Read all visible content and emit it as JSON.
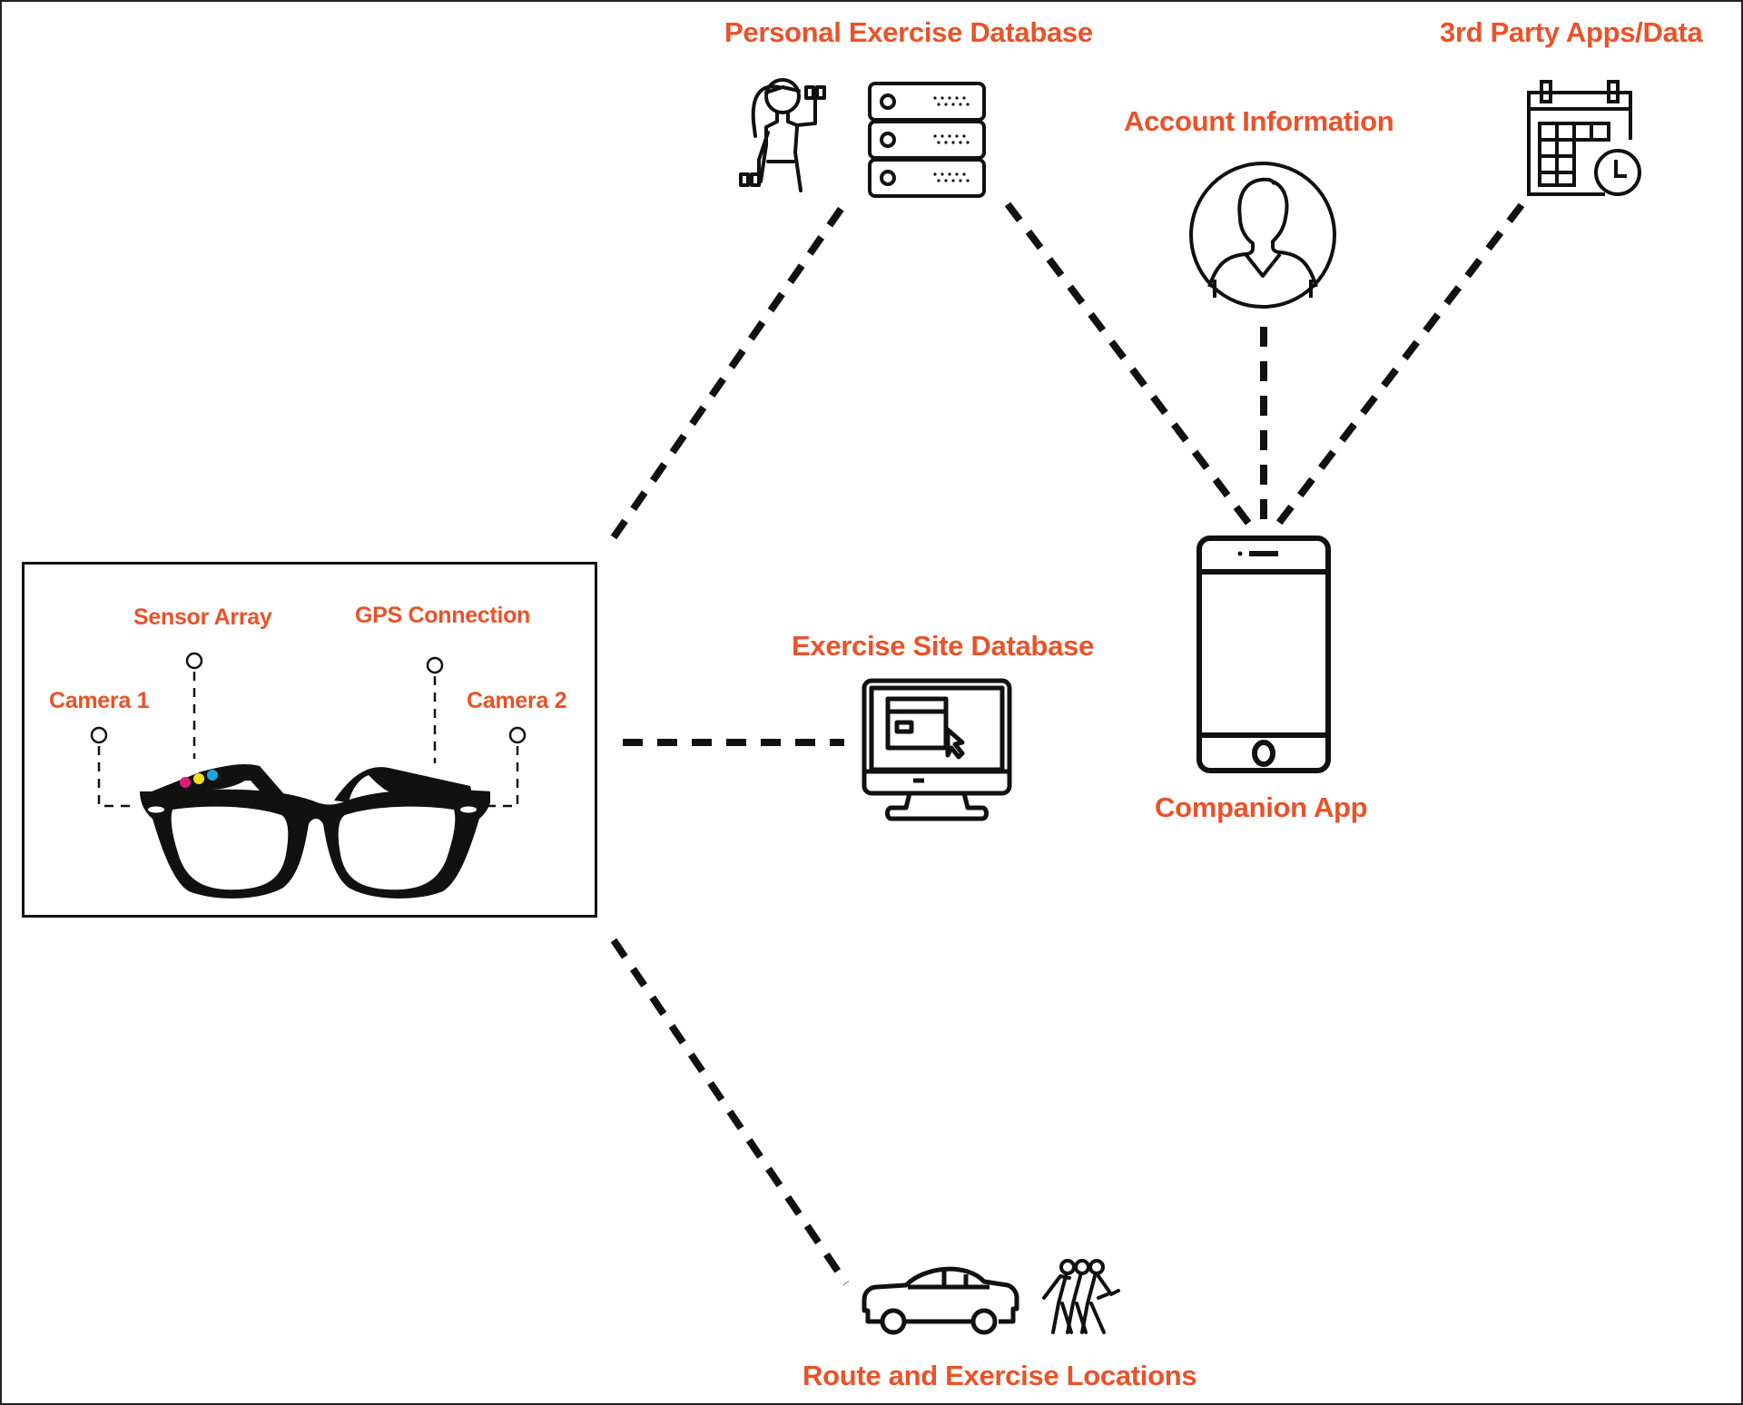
{
  "diagram": {
    "accent_color": "#e8532a",
    "line_color": "#111111",
    "nodes": {
      "personal_exercise_db": {
        "label": "Personal Exercise Database",
        "icons": [
          "woman-dumbbell-icon",
          "server-icon"
        ]
      },
      "account_info": {
        "label": "Account Information",
        "icons": [
          "user-avatar-icon"
        ]
      },
      "third_party": {
        "label": "3rd Party Apps/Data",
        "icons": [
          "calendar-clock-icon"
        ]
      },
      "exercise_site_db": {
        "label": "Exercise Site Database",
        "icons": [
          "desktop-monitor-icon"
        ]
      },
      "companion_app": {
        "label": "Companion App",
        "icons": [
          "smartphone-icon"
        ]
      },
      "route_locations": {
        "label": "Route and Exercise Locations",
        "icons": [
          "car-icon",
          "walking-group-icon"
        ]
      },
      "smart_glasses": {
        "icons": [
          "smart-glasses-icon"
        ],
        "callouts": [
          {
            "label": "Camera 1"
          },
          {
            "label": "Sensor Array"
          },
          {
            "label": "GPS Connection"
          },
          {
            "label": "Camera 2"
          }
        ],
        "sensor_dot_colors": [
          "#e0197d",
          "#f5e11a",
          "#1ea4e0"
        ]
      }
    },
    "edges": [
      {
        "from": "smart_glasses",
        "to": "personal_exercise_db",
        "style": "dashed"
      },
      {
        "from": "smart_glasses",
        "to": "exercise_site_db",
        "style": "dashed"
      },
      {
        "from": "smart_glasses",
        "to": "route_locations",
        "style": "dashed"
      },
      {
        "from": "personal_exercise_db",
        "to": "companion_app",
        "style": "dashed"
      },
      {
        "from": "account_info",
        "to": "companion_app",
        "style": "dashed"
      },
      {
        "from": "third_party",
        "to": "companion_app",
        "style": "dashed"
      }
    ]
  }
}
